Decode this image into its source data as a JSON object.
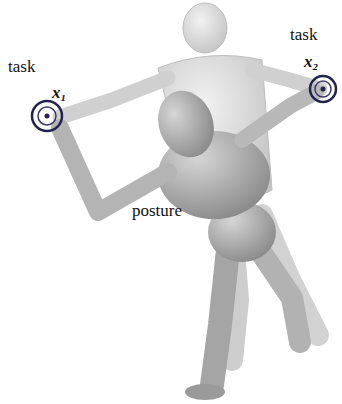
{
  "diagram": {
    "labels": [
      "task",
      "x₁",
      "task",
      "x₂",
      "posture"
    ]
  }
}
